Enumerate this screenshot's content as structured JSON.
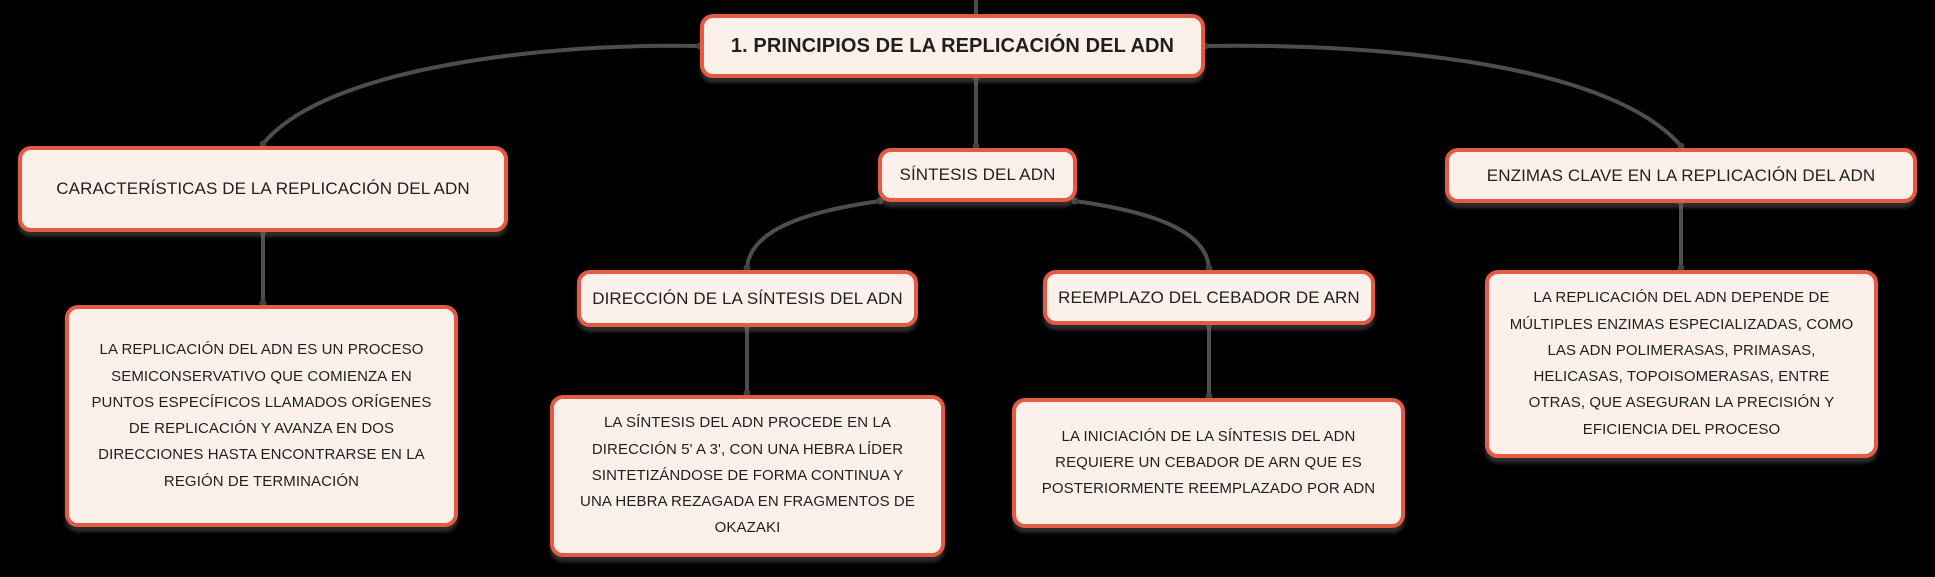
{
  "app": {
    "type": "mind-map-concept-map",
    "background": "#000000"
  },
  "palette": {
    "node_fill": "#FCF1EA",
    "node_border": "#E55A43",
    "node_text": "#1F1F1F",
    "connector": "#4D4D4D"
  },
  "root": {
    "title": "1. PRINCIPIOS DE LA REPLICACIÓN DEL ADN"
  },
  "branches": [
    {
      "label": "CARACTERÍSTICAS DE LA REPLICACIÓN DEL ADN",
      "note": "LA REPLICACIÓN DEL ADN ES UN PROCESO\nSEMICONSERVATIVO QUE COMIENZA EN\nPUNTOS ESPECÍFICOS LLAMADOS ORÍGENES\nDE REPLICACIÓN Y AVANZA EN DOS\nDIRECCIONES HASTA ENCONTRARSE EN LA\nREGIÓN DE TERMINACIÓN"
    },
    {
      "label": "SÍNTESIS DEL ADN",
      "children": [
        {
          "label": "DIRECCIÓN DE LA SÍNTESIS DEL ADN",
          "note": "LA SÍNTESIS DEL ADN PROCEDE EN LA\nDIRECCIÓN 5' A 3', CON UNA HEBRA LÍDER\nSINTETIZÁNDOSE DE FORMA CONTINUA Y\nUNA HEBRA REZAGADA EN FRAGMENTOS DE\nOKAZAKI"
        },
        {
          "label": "REEMPLAZO DEL CEBADOR DE ARN",
          "note": "LA INICIACIÓN DE LA SÍNTESIS DEL ADN\nREQUIERE UN CEBADOR DE ARN QUE ES\nPOSTERIORMENTE REEMPLAZADO POR ADN"
        }
      ]
    },
    {
      "label": "ENZIMAS CLAVE EN LA REPLICACIÓN DEL ADN",
      "note": "LA REPLICACIÓN DEL ADN DEPENDE DE\nMÚLTIPLES ENZIMAS ESPECIALIZADAS, COMO\nLAS ADN POLIMERASAS, PRIMASAS,\nHELICASAS, TOPOISOMERASAS, ENTRE\nOTRAS, QUE ASEGURAN LA PRECISIÓN Y\nEFICIENCIA DEL PROCESO"
    }
  ]
}
